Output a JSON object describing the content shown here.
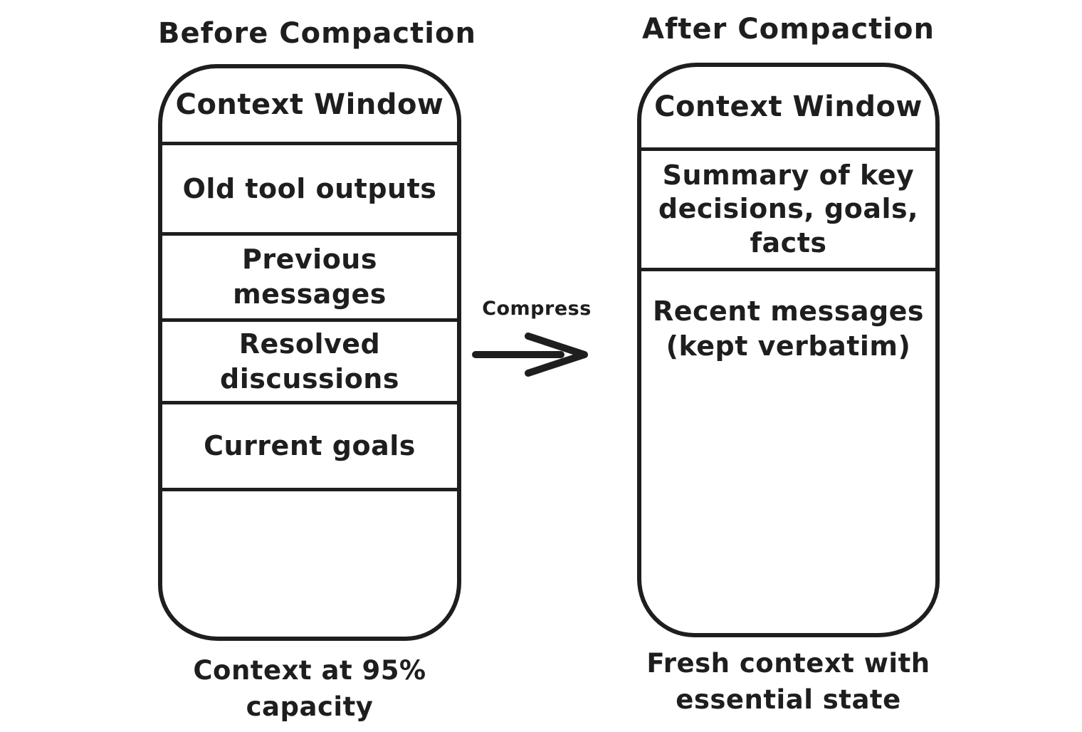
{
  "colors": {
    "stroke": "#1e1e1e",
    "background": "#ffffff"
  },
  "before": {
    "title": "Before Compaction",
    "header": "Context Window",
    "sections": [
      "Old tool outputs",
      "Previous\nmessages",
      "Resolved\ndiscussions",
      "Current goals"
    ],
    "caption": "Context at 95%\ncapacity"
  },
  "arrow": {
    "label": "Compress"
  },
  "after": {
    "title": "After Compaction",
    "header": "Context Window",
    "sections": [
      "Summary of key\ndecisions, goals,\nfacts",
      "Recent messages\n(kept verbatim)"
    ],
    "caption": "Fresh context with\nessential state"
  }
}
